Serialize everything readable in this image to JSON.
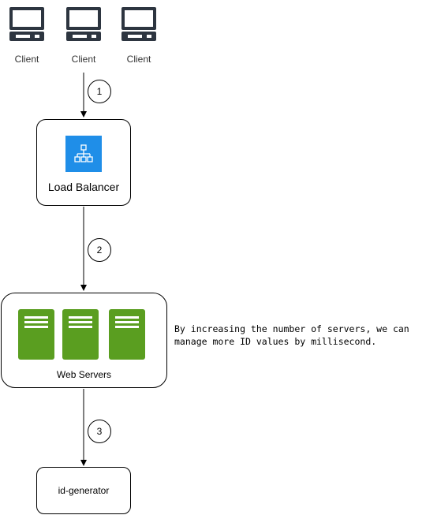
{
  "clients": [
    {
      "label": "Client"
    },
    {
      "label": "Client"
    },
    {
      "label": "Client"
    }
  ],
  "steps": [
    "1",
    "2",
    "3"
  ],
  "load_balancer": {
    "label": "Load Balancer"
  },
  "web_servers": {
    "label": "Web Servers"
  },
  "id_generator": {
    "label": "id-generator"
  },
  "note": {
    "text": "By increasing the number of servers, we can manage more ID values by millisecond."
  },
  "colors": {
    "server_green": "#5a9e20",
    "lb_blue": "#1f8ee8"
  }
}
